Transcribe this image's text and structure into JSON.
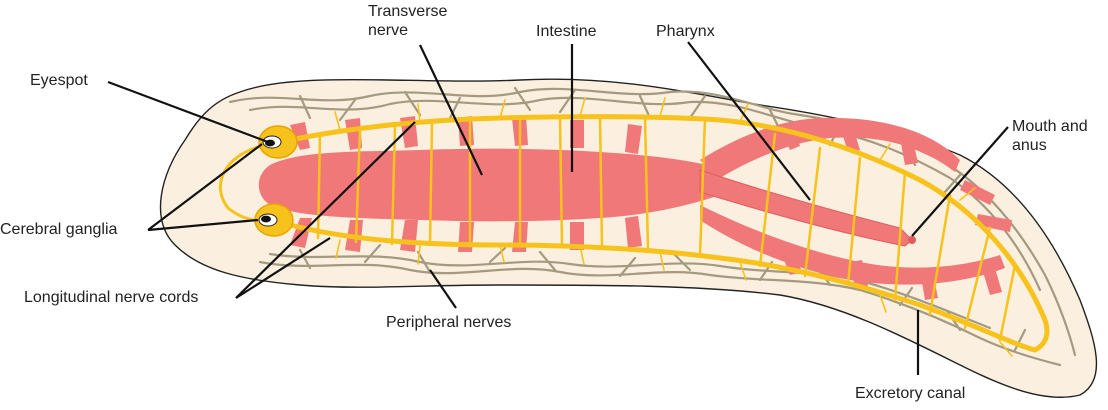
{
  "labels": {
    "eyespot": "Eyespot",
    "transverse_nerve_line1": "Transverse",
    "transverse_nerve_line2": "nerve",
    "intestine": "Intestine",
    "pharynx": "Pharynx",
    "mouth_anus_line1": "Mouth and",
    "mouth_anus_line2": "anus",
    "cerebral_ganglia": "Cerebral ganglia",
    "longitudinal_nerve_cords": "Longitudinal nerve cords",
    "peripheral_nerves": "Peripheral nerves",
    "excretory_canal": "Excretory canal"
  },
  "colors": {
    "body_fill": "#fbf0df",
    "body_outline": "#222222",
    "intestine": "#f07878",
    "nerve": "#f7c21b",
    "nerve_dark": "#e8a400",
    "excretory": "#a39a80",
    "leader_line": "#111111"
  }
}
